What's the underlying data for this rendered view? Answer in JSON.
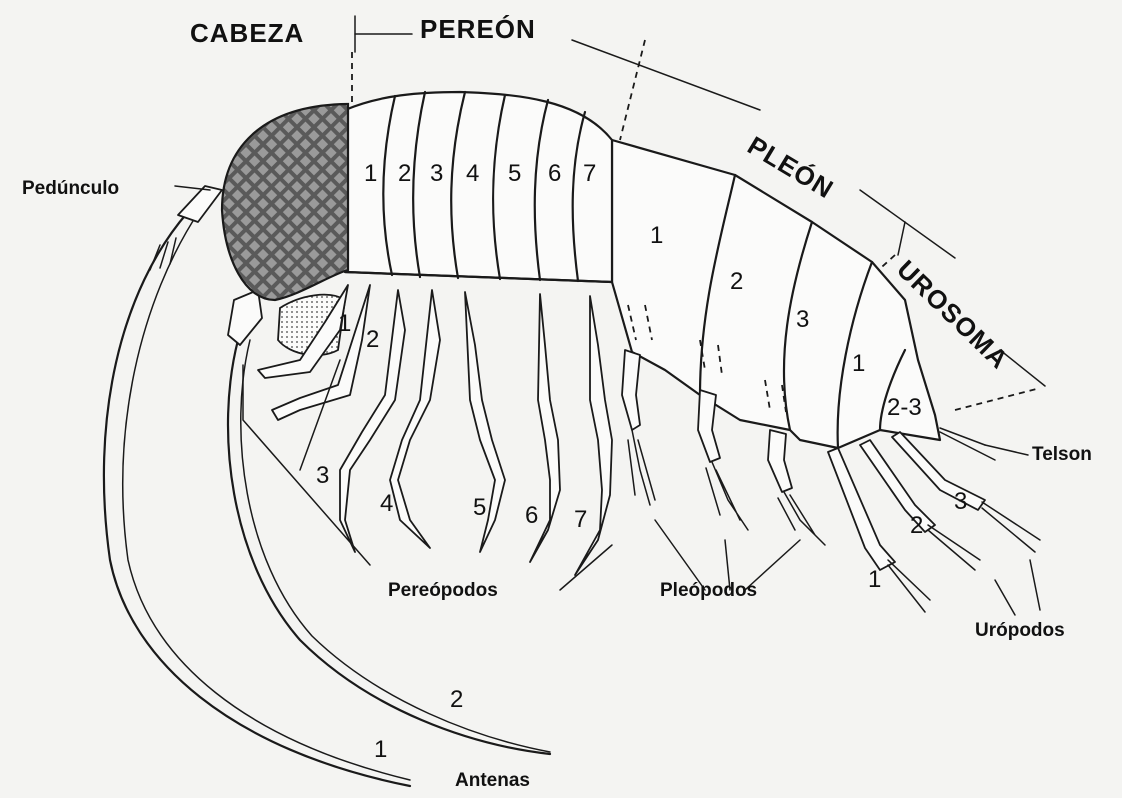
{
  "sections": {
    "cabeza": "CABEZA",
    "pereon": "PEREÓN",
    "pleon": "PLEÓN",
    "urosoma": "UROSOMA"
  },
  "labels": {
    "peduncle": "Pedúnculo",
    "telson": "Telson",
    "pereiopods": "Pereópodos",
    "pleopods": "Pleópodos",
    "uropods": "Urópodos",
    "antennae": "Antenas"
  },
  "numbers": {
    "pereon_segments": [
      "1",
      "2",
      "3",
      "4",
      "5",
      "6",
      "7"
    ],
    "pleon_segments": [
      "1",
      "2",
      "3"
    ],
    "urosome_segments": [
      "1",
      "2-3"
    ],
    "gnathopods": [
      "1",
      "2"
    ],
    "pereiopods": [
      "3",
      "4",
      "5",
      "6",
      "7"
    ],
    "uropods": [
      "1",
      "2",
      "3"
    ],
    "antennae": [
      "1",
      "2"
    ]
  },
  "colors": {
    "ink": "#1a1a1a",
    "paper": "#f4f4f2"
  }
}
